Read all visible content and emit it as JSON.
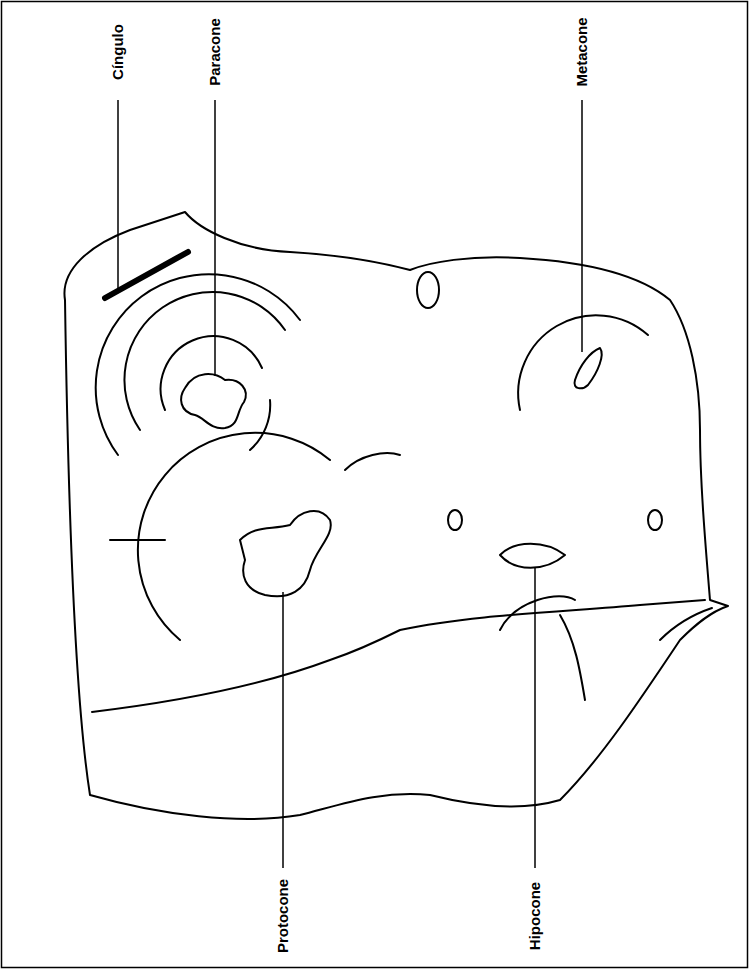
{
  "diagram": {
    "labels": [
      "Cíngulo",
      "Paracone",
      "Metacone",
      "Protocone",
      "Hipocone"
    ]
  }
}
